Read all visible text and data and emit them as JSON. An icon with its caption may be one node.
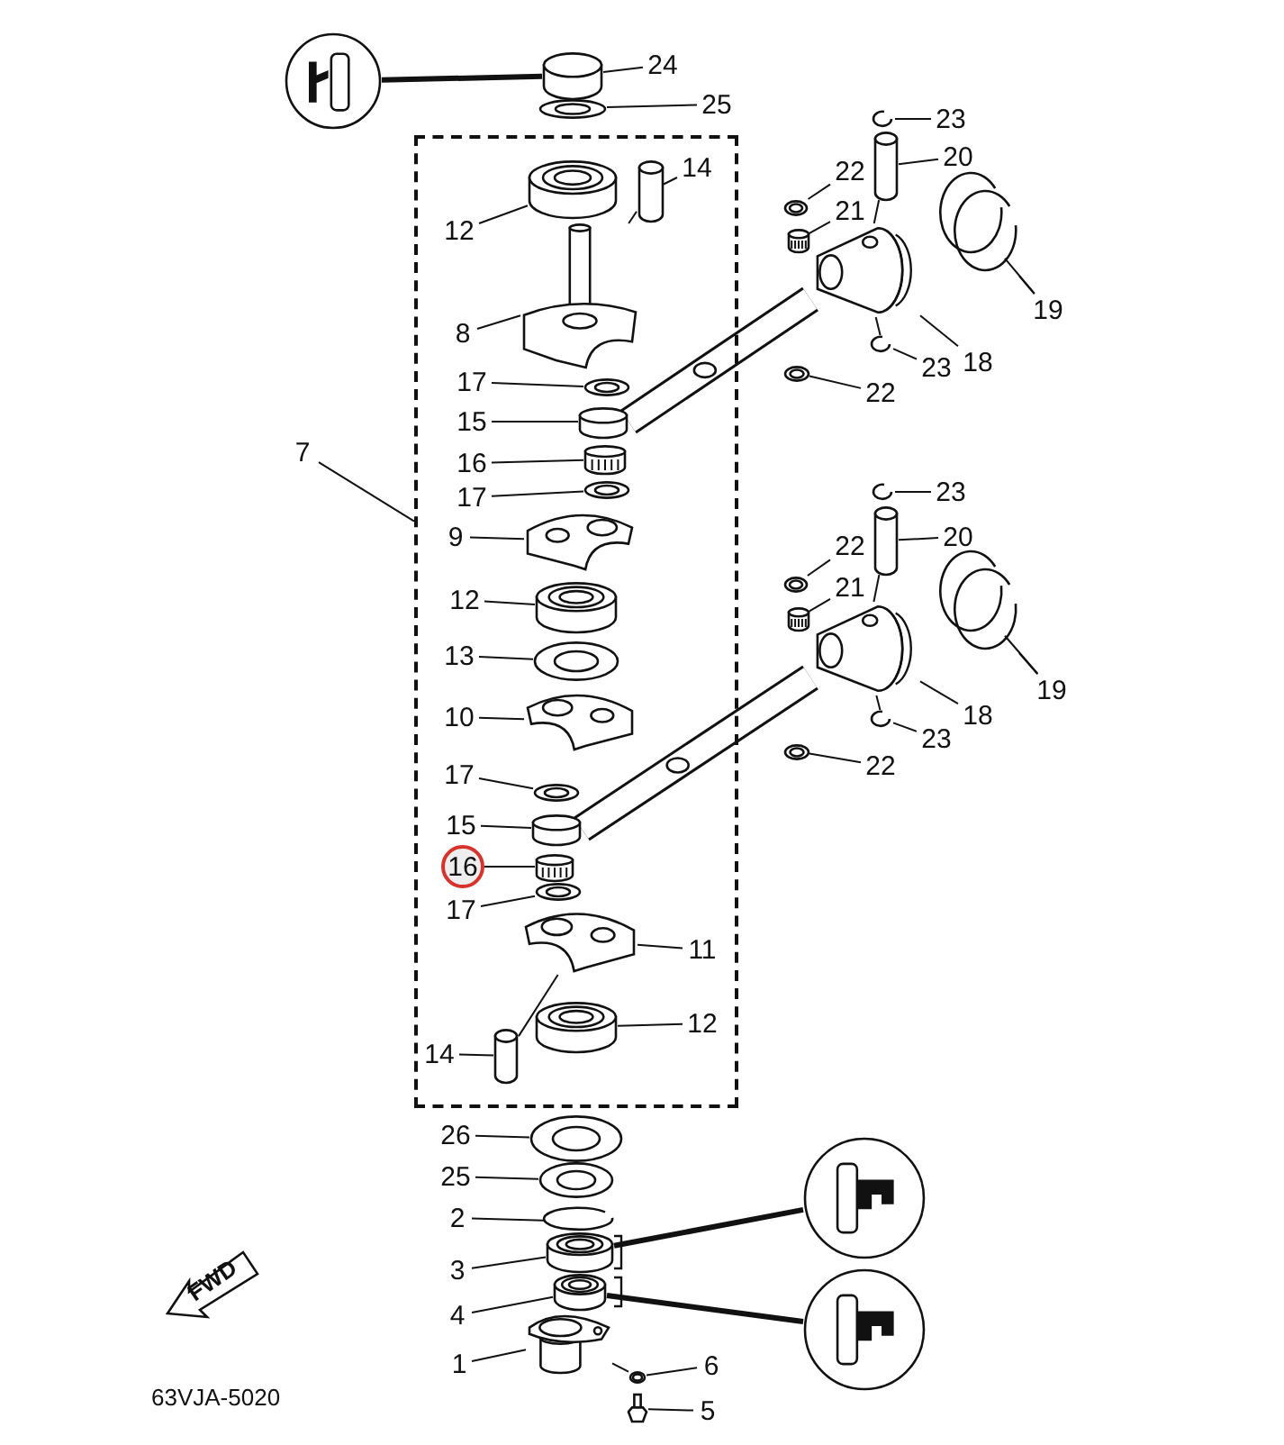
{
  "diagram": {
    "nodes": [
      {
        "text": [],
        "shape": "circle"
      },
      {
        "text": [],
        "shape": "cylinder"
      },
      {
        "text": [
          "24"
        ]
      },
      {
        "text": [],
        "shape": "picture"
      },
      {
        "text": [
          "25"
        ]
      },
      {
        "text": [],
        "shape": "box"
      },
      {
        "text": [
          "7"
        ]
      },
      {
        "text": [],
        "shape": "cylinder",
        "in": 5
      },
      {
        "text": [
          "12"
        ],
        "in": 5
      },
      {
        "text": [],
        "shape": "cylinder",
        "in": 5
      },
      {
        "text": [
          "14"
        ],
        "in": 5
      },
      {
        "text": [],
        "shape": "picture",
        "in": 5
      },
      {
        "text": [
          "8"
        ],
        "in": 5
      },
      {
        "text": [],
        "shape": "picture",
        "in": 5
      },
      {
        "text": [
          "17"
        ],
        "in": 5
      },
      {
        "text": [],
        "shape": "cylinder",
        "in": 5
      },
      {
        "text": [
          "15"
        ],
        "in": 5
      },
      {
        "text": [],
        "shape": "picture",
        "in": 5
      },
      {
        "text": [
          "16"
        ],
        "in": 5
      },
      {
        "text": [],
        "shape": "picture",
        "in": 5
      },
      {
        "text": [
          "17"
        ],
        "in": 5
      },
      {
        "text": [],
        "shape": "picture",
        "in": 5
      },
      {
        "text": [
          "9"
        ],
        "in": 5
      },
      {
        "text": [],
        "shape": "cylinder",
        "in": 5
      },
      {
        "text": [
          "12"
        ],
        "in": 5
      },
      {
        "text": [],
        "shape": "picture",
        "in": 5
      },
      {
        "text": [
          "13"
        ],
        "in": 5
      },
      {
        "text": [],
        "shape": "picture",
        "in": 5
      },
      {
        "text": [
          "10"
        ],
        "in": 5
      },
      {
        "text": [],
        "shape": "picture",
        "in": 5
      },
      {
        "text": [
          "17"
        ],
        "in": 5
      },
      {
        "text": [],
        "shape": "cylinder",
        "in": 5
      },
      {
        "text": [
          "15"
        ],
        "in": 5
      },
      {
        "text": [],
        "shape": "picture",
        "in": 5
      },
      {
        "text": [
          "16"
        ],
        "in": 5
      },
      {
        "text": [],
        "shape": "picture",
        "in": 5
      },
      {
        "text": [
          "17"
        ],
        "in": 5
      },
      {
        "text": [],
        "shape": "picture",
        "in": 5
      },
      {
        "text": [
          "11"
        ],
        "in": 5
      },
      {
        "text": [],
        "shape": "cylinder",
        "in": 5
      },
      {
        "text": [
          "12"
        ],
        "in": 5
      },
      {
        "text": [],
        "shape": "cylinder",
        "in": 5
      },
      {
        "text": [
          "14"
        ],
        "in": 5
      },
      {
        "text": [],
        "shape": "picture"
      },
      {
        "text": [
          "23"
        ]
      },
      {
        "text": [],
        "shape": "cylinder"
      },
      {
        "text": [
          "20"
        ]
      },
      {
        "text": [],
        "shape": "picture"
      },
      {
        "text": [
          "22"
        ]
      },
      {
        "text": [],
        "shape": "picture"
      },
      {
        "text": [
          "21"
        ]
      },
      {
        "text": [],
        "shape": "picture"
      },
      {
        "text": [
          "18"
        ]
      },
      {
        "text": [],
        "shape": "picture"
      },
      {
        "text": [],
        "shape": "picture"
      },
      {
        "text": [
          "19"
        ]
      },
      {
        "text": [],
        "shape": "picture"
      },
      {
        "text": [
          "23"
        ]
      },
      {
        "text": [],
        "shape": "picture"
      },
      {
        "text": [
          "22"
        ]
      },
      {
        "text": [],
        "shape": "picture"
      },
      {
        "text": [
          "23"
        ]
      },
      {
        "text": [],
        "shape": "cylinder"
      },
      {
        "text": [
          "20"
        ]
      },
      {
        "text": [],
        "shape": "picture"
      },
      {
        "text": [
          "22"
        ]
      },
      {
        "text": [],
        "shape": "picture"
      },
      {
        "text": [
          "21"
        ]
      },
      {
        "text": [],
        "shape": "picture"
      },
      {
        "text": [
          "18"
        ]
      },
      {
        "text": [],
        "shape": "picture"
      },
      {
        "text": [],
        "shape": "picture"
      },
      {
        "text": [
          "19"
        ]
      },
      {
        "text": [],
        "shape": "picture"
      },
      {
        "text": [
          "23"
        ]
      },
      {
        "text": [],
        "shape": "picture"
      },
      {
        "text": [
          "22"
        ]
      },
      {
        "text": [],
        "shape": "picture"
      },
      {
        "text": [
          "26"
        ]
      },
      {
        "text": [],
        "shape": "picture"
      },
      {
        "text": [
          "25"
        ]
      },
      {
        "text": [],
        "shape": "picture"
      },
      {
        "text": [
          "2"
        ]
      },
      {
        "text": [],
        "shape": "cylinder"
      },
      {
        "text": [
          "3"
        ]
      },
      {
        "text": [],
        "shape": "cylinder"
      },
      {
        "text": [
          "4"
        ]
      },
      {
        "text": [],
        "shape": "picture"
      },
      {
        "text": [
          "1"
        ]
      },
      {
        "text": [],
        "shape": "picture"
      },
      {
        "text": [
          "6"
        ]
      },
      {
        "text": [],
        "shape": "bolt"
      },
      {
        "text": [
          "5"
        ]
      },
      {
        "text": [],
        "shape": "circle"
      },
      {
        "text": [],
        "shape": "circle"
      },
      {
        "text": [
          "FWD"
        ]
      }
    ],
    "edges": [
      {
        "from": 2,
        "to": 1,
        "arrow": "none"
      },
      {
        "from": 4,
        "to": 3,
        "arrow": "none"
      },
      {
        "from": 6,
        "to": 5,
        "arrow": "none"
      },
      {
        "from": 8,
        "to": 7,
        "arrow": "none"
      },
      {
        "from": 10,
        "to": 9,
        "arrow": "none"
      },
      {
        "from": 12,
        "to": 11,
        "arrow": "none"
      },
      {
        "from": 14,
        "to": 13,
        "arrow": "none"
      },
      {
        "from": 16,
        "to": 15,
        "arrow": "none"
      },
      {
        "from": 18,
        "to": 17,
        "arrow": "none"
      },
      {
        "from": 20,
        "to": 19,
        "arrow": "none"
      },
      {
        "from": 22,
        "to": 21,
        "arrow": "none"
      },
      {
        "from": 24,
        "to": 23,
        "arrow": "none"
      },
      {
        "from": 26,
        "to": 25,
        "arrow": "none"
      },
      {
        "from": 28,
        "to": 27,
        "arrow": "none"
      },
      {
        "from": 30,
        "to": 29,
        "arrow": "none"
      },
      {
        "from": 32,
        "to": 31,
        "arrow": "none"
      },
      {
        "from": 34,
        "to": 33,
        "arrow": "none"
      },
      {
        "from": 36,
        "to": 35,
        "arrow": "none"
      },
      {
        "from": 38,
        "to": 37,
        "arrow": "none"
      },
      {
        "from": 40,
        "to": 39,
        "arrow": "none"
      },
      {
        "from": 42,
        "to": 41,
        "arrow": "none"
      },
      {
        "from": 44,
        "to": 43,
        "arrow": "none"
      },
      {
        "from": 46,
        "to": 45,
        "arrow": "none"
      },
      {
        "from": 48,
        "to": 47,
        "arrow": "none"
      },
      {
        "from": 50,
        "to": 49,
        "arrow": "none"
      },
      {
        "from": 52,
        "to": 51,
        "arrow": "none"
      },
      {
        "from": 55,
        "to": 53,
        "arrow": "none"
      },
      {
        "from": 55,
        "to": 54,
        "arrow": "none"
      },
      {
        "from": 57,
        "to": 56,
        "arrow": "none"
      },
      {
        "from": 59,
        "to": 58,
        "arrow": "none"
      },
      {
        "from": 61,
        "to": 60,
        "arrow": "none"
      },
      {
        "from": 63,
        "to": 62,
        "arrow": "none"
      },
      {
        "from": 65,
        "to": 64,
        "arrow": "none"
      },
      {
        "from": 67,
        "to": 66,
        "arrow": "none"
      },
      {
        "from": 69,
        "to": 68,
        "arrow": "none"
      },
      {
        "from": 72,
        "to": 70,
        "arrow": "none"
      },
      {
        "from": 72,
        "to": 71,
        "arrow": "none"
      },
      {
        "from": 74,
        "to": 73,
        "arrow": "none"
      },
      {
        "from": 76,
        "to": 75,
        "arrow": "none"
      },
      {
        "from": 78,
        "to": 77,
        "arrow": "none"
      },
      {
        "from": 80,
        "to": 79,
        "arrow": "none"
      },
      {
        "from": 82,
        "to": 81,
        "arrow": "none"
      },
      {
        "from": 84,
        "to": 83,
        "arrow": "none"
      },
      {
        "from": 86,
        "to": 85,
        "arrow": "none"
      },
      {
        "from": 88,
        "to": 87,
        "arrow": "none"
      },
      {
        "from": 90,
        "to": 89,
        "arrow": "none"
      },
      {
        "from": 92,
        "to": 91,
        "arrow": "none"
      },
      {
        "from": 0,
        "to": 1,
        "arrow": "none",
        "style": "thick"
      },
      {
        "from": 83,
        "to": 93,
        "arrow": "none",
        "style": "thick"
      },
      {
        "from": 85,
        "to": 94,
        "arrow": "none",
        "style": "thick"
      },
      {
        "from": 9,
        "to": 11,
        "arrow": "none"
      },
      {
        "from": 41,
        "to": 37,
        "arrow": "none"
      },
      {
        "from": 45,
        "to": 51,
        "arrow": "none"
      },
      {
        "from": 51,
        "to": 56,
        "arrow": "none"
      },
      {
        "from": 62,
        "to": 68,
        "arrow": "none"
      },
      {
        "from": 68,
        "to": 73,
        "arrow": "none"
      },
      {
        "from": 89,
        "to": 87,
        "arrow": "none"
      },
      {
        "from": 15,
        "to": 51,
        "arrow": "none",
        "style": "thick"
      },
      {
        "from": 31,
        "to": 68,
        "arrow": "none",
        "style": "thick"
      }
    ],
    "labels": [
      "63VJA-5020"
    ]
  }
}
